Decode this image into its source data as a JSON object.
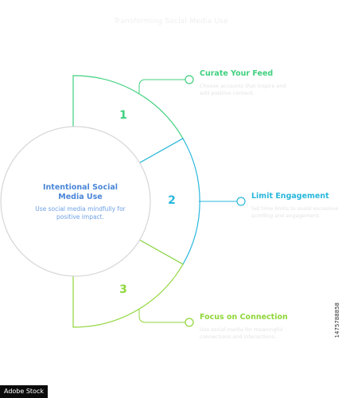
{
  "header": {
    "title": "Transforming Social Media Use"
  },
  "colors": {
    "green": "#3fd07e",
    "blue": "#29b7dc",
    "lime": "#8fd63a",
    "center_text": "#4a86d8",
    "circle_border": "#d6d6d6"
  },
  "center": {
    "title": "Intentional Social Media Use",
    "subtitle": "Use social media mindfully for positive impact."
  },
  "segments": [
    {
      "number": "1",
      "title": "Curate Your Feed",
      "description": "Choose accounts that inspire and add positive content."
    },
    {
      "number": "2",
      "title": "Limit Engagement",
      "description": "Set time limits to avoid excessive scrolling and engagement."
    },
    {
      "number": "3",
      "title": "Focus on Connection",
      "description": "Use social media for meaningful connections and interactions."
    }
  ],
  "stock": {
    "id": "1475788858",
    "logo": "Adobe Stock"
  }
}
